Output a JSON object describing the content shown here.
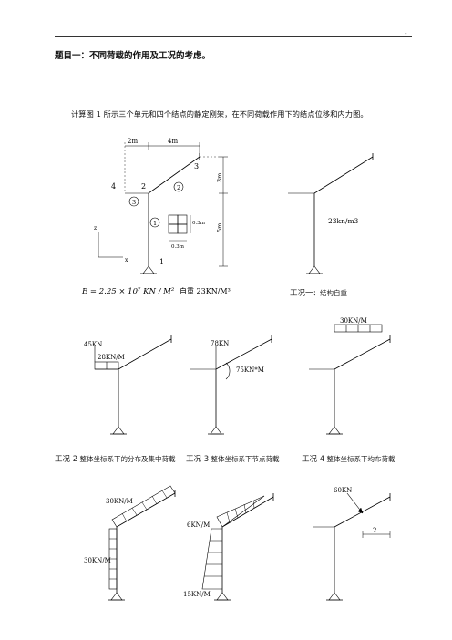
{
  "header": {
    "mark": "-"
  },
  "title": "题目一：不同荷载的作用及工况的考虑。",
  "intro": "计算图 1 所示三个单元和四个结点的静定刚架，在不同荷载作用下的结点位移和内力图。",
  "figure1": {
    "dim_2m": "2m",
    "dim_4m": "4m",
    "dim_3m": "3m",
    "dim_5m": "5m",
    "dim_03m_v": "0.3m",
    "dim_03m_h": "0.3m",
    "node_1": "1",
    "node_2": "2",
    "node_3": "3",
    "node_4": "4",
    "elem_1": "1",
    "elem_2": "2",
    "elem_3": "3",
    "axis_z": "z",
    "axis_x": "x",
    "formula": "E = 2.25 × 10⁷ KN / M²",
    "selfweight": "自重 23KN/M³"
  },
  "case1": {
    "label": "23kn/m3",
    "caption_head": "工况一",
    "caption_rest": "：结构自重"
  },
  "case2": {
    "load_point": "45KN",
    "load_dist": "28KN/M",
    "caption_head": "工况 2",
    "caption_rest": " 整体坐标系下的分布及集中荷载"
  },
  "case3": {
    "load_point": "78KN",
    "load_moment": "75KN*M",
    "caption_head": "工况 3",
    "caption_rest": " 整体坐标系下节点荷载"
  },
  "case4": {
    "load_dist": "30KN/M",
    "caption_head": "工况 4",
    "caption_rest": " 整体坐标系下均布荷载"
  },
  "case5": {
    "load_top": "30KN/M",
    "load_left": "30KN/M"
  },
  "case6": {
    "load_top": "6KN/M",
    "load_bottom": "15KN/M"
  },
  "case7": {
    "load_point": "60KN",
    "dim": "2"
  }
}
